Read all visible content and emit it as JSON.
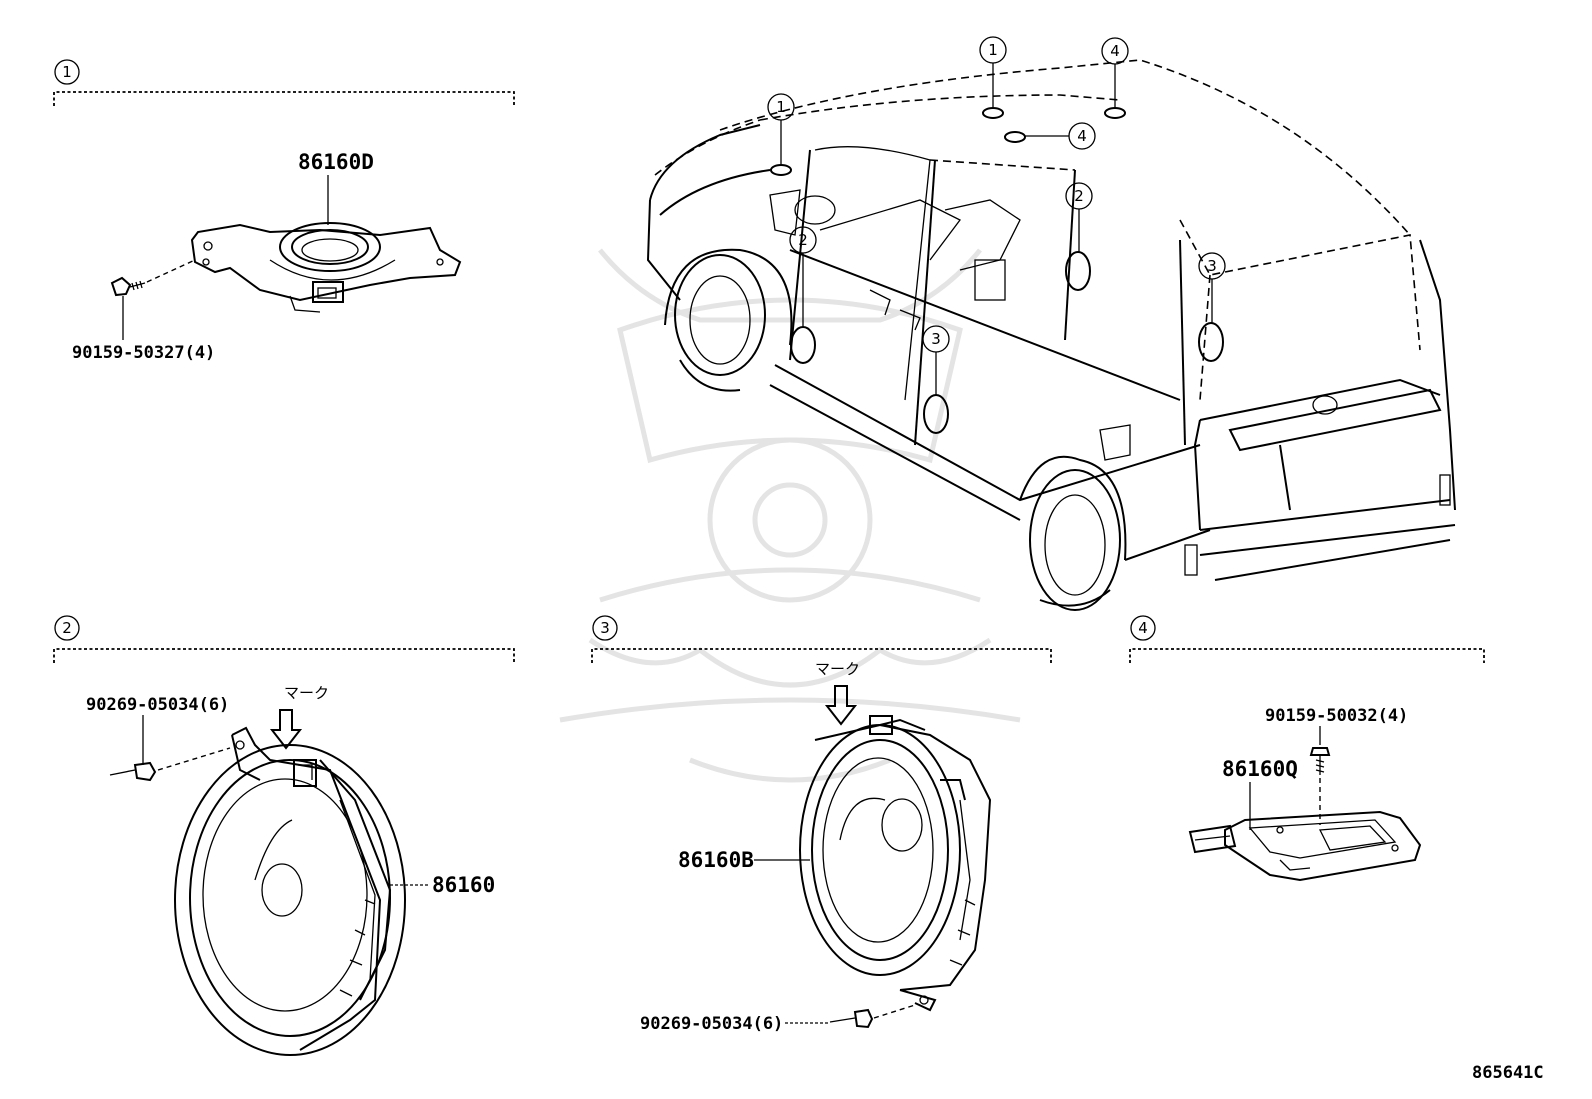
{
  "diagram": {
    "reference_code": "865641C",
    "callouts": [
      "1",
      "2",
      "3",
      "4"
    ],
    "mark_label": "マーク",
    "sections": [
      {
        "number": "1",
        "parts": [
          {
            "part_number": "86160D"
          },
          {
            "part_number": "90159-50327(4)"
          }
        ]
      },
      {
        "number": "2",
        "parts": [
          {
            "part_number": "90269-05034(6)"
          },
          {
            "part_number": "86160"
          }
        ]
      },
      {
        "number": "3",
        "parts": [
          {
            "part_number": "86160B"
          },
          {
            "part_number": "90269-05034(6)"
          }
        ]
      },
      {
        "number": "4",
        "parts": [
          {
            "part_number": "90159-50032(4)"
          },
          {
            "part_number": "86160Q"
          }
        ]
      }
    ]
  }
}
